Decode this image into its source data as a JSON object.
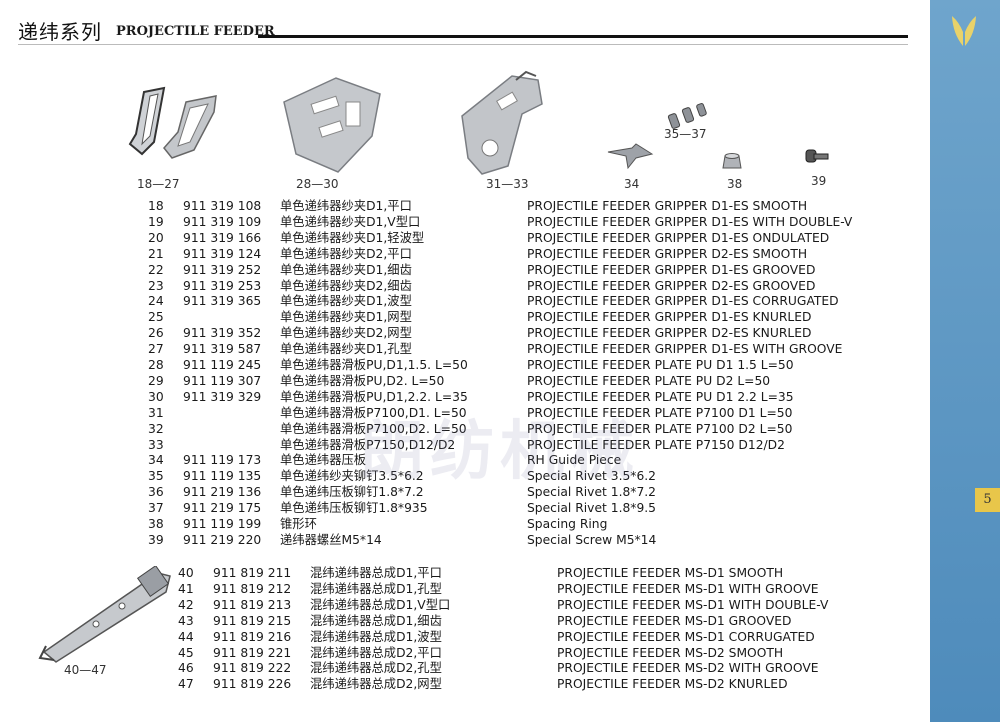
{
  "header": {
    "title_cn": "递纬系列",
    "title_en": "PROJECTILE FEEDER"
  },
  "page_number": "5",
  "watermark": "朗纺机械",
  "images": [
    {
      "label": "18—27",
      "icon": "gripper-icon"
    },
    {
      "label": "28—30",
      "icon": "slide-plate-icon"
    },
    {
      "label": "31—33",
      "icon": "slide-plate-icon"
    },
    {
      "label": "34",
      "icon": "pressure-piece-icon"
    },
    {
      "label": "35—37",
      "icon": "rivet-icon"
    },
    {
      "label": "38",
      "icon": "spacing-ring-icon"
    },
    {
      "label": "39",
      "icon": "screw-icon"
    },
    {
      "label": "40—47",
      "icon": "feeder-assembly-icon"
    }
  ],
  "parts": [
    {
      "num": "18",
      "code": "911 319 108",
      "cn": "单色递纬器纱夹D1,平口",
      "en": "PROJECTILE FEEDER GRIPPER D1-ES SMOOTH"
    },
    {
      "num": "19",
      "code": "911 319 109",
      "cn": "单色递纬器纱夹D1,V型口",
      "en": "PROJECTILE FEEDER GRIPPER D1-ES WITH DOUBLE-V"
    },
    {
      "num": "20",
      "code": "911 319 166",
      "cn": "单色递纬器纱夹D1,轻波型",
      "en": "PROJECTILE FEEDER GRIPPER D1-ES ONDULATED"
    },
    {
      "num": "21",
      "code": "911 319 124",
      "cn": "单色递纬器纱夹D2,平口",
      "en": "PROJECTILE FEEDER GRIPPER D2-ES SMOOTH"
    },
    {
      "num": "22",
      "code": "911 319 252",
      "cn": "单色递纬器纱夹D1,细齿",
      "en": "PROJECTILE FEEDER GRIPPER D1-ES GROOVED"
    },
    {
      "num": "23",
      "code": "911 319 253",
      "cn": "单色递纬器纱夹D2,细齿",
      "en": "PROJECTILE FEEDER GRIPPER D2-ES GROOVED"
    },
    {
      "num": "24",
      "code": "911 319 365",
      "cn": "单色递纬器纱夹D1,波型",
      "en": "PROJECTILE FEEDER GRIPPER D1-ES CORRUGATED"
    },
    {
      "num": "25",
      "code": "",
      "cn": "单色递纬器纱夹D1,网型",
      "en": "PROJECTILE FEEDER GRIPPER D1-ES KNURLED"
    },
    {
      "num": "26",
      "code": "911 319 352",
      "cn": "单色递纬器纱夹D2,网型",
      "en": "PROJECTILE FEEDER GRIPPER D2-ES KNURLED"
    },
    {
      "num": "27",
      "code": "911 319 587",
      "cn": "单色递纬器纱夹D1,孔型",
      "en": "PROJECTILE FEEDER GRIPPER D1-ES WITH GROOVE"
    },
    {
      "num": "28",
      "code": "911 119 245",
      "cn": "单色递纬器滑板PU,D1,1.5. L=50",
      "en": "PROJECTILE FEEDER PLATE PU D1 1.5 L=50"
    },
    {
      "num": "29",
      "code": "911 119 307",
      "cn": "单色递纬器滑板PU,D2. L=50",
      "en": "PROJECTILE FEEDER PLATE PU D2 L=50"
    },
    {
      "num": "30",
      "code": "911 319 329",
      "cn": "单色递纬器滑板PU,D1,2.2. L=35",
      "en": "PROJECTILE FEEDER PLATE PU D1 2.2 L=35"
    },
    {
      "num": "31",
      "code": "",
      "cn": "单色递纬器滑板P7100,D1. L=50",
      "en": "PROJECTILE FEEDER PLATE P7100 D1 L=50"
    },
    {
      "num": "32",
      "code": "",
      "cn": "单色递纬器滑板P7100,D2. L=50",
      "en": "PROJECTILE FEEDER PLATE P7100 D2 L=50"
    },
    {
      "num": "33",
      "code": "",
      "cn": "单色递纬器滑板P7150,D12/D2",
      "en": "PROJECTILE FEEDER PLATE P7150 D12/D2"
    },
    {
      "num": "34",
      "code": "911 119 173",
      "cn": "单色递纬器压板",
      "en": "RH Guide Piece"
    },
    {
      "num": "35",
      "code": "911 119 135",
      "cn": "单色递纬纱夹铆钉3.5*6.2",
      "en": "Special Rivet 3.5*6.2"
    },
    {
      "num": "36",
      "code": "911 219 136",
      "cn": "单色递纬压板铆钉1.8*7.2",
      "en": "Special Rivet 1.8*7.2"
    },
    {
      "num": "37",
      "code": "911 219 175",
      "cn": "单色递纬压板铆钉1.8*935",
      "en": "Special Rivet 1.8*9.5"
    },
    {
      "num": "38",
      "code": "911 119 199",
      "cn": "锥形环",
      "en": "Spacing Ring"
    },
    {
      "num": "39",
      "code": "911 219 220",
      "cn": "递纬器螺丝M5*14",
      "en": "Special Screw M5*14"
    }
  ],
  "assemblies": [
    {
      "num": "40",
      "code": "911 819 211",
      "cn": "混纬递纬器总成D1,平口",
      "en": "PROJECTILE FEEDER MS-D1 SMOOTH"
    },
    {
      "num": "41",
      "code": "911 819 212",
      "cn": "混纬递纬器总成D1,孔型",
      "en": "PROJECTILE FEEDER MS-D1 WITH GROOVE"
    },
    {
      "num": "42",
      "code": "911 819 213",
      "cn": "混纬递纬器总成D1,V型口",
      "en": "PROJECTILE FEEDER MS-D1 WITH DOUBLE-V"
    },
    {
      "num": "43",
      "code": "911 819 215",
      "cn": "混纬递纬器总成D1,细齿",
      "en": "PROJECTILE FEEDER MS-D1 GROOVED"
    },
    {
      "num": "44",
      "code": "911 819 216",
      "cn": "混纬递纬器总成D1,波型",
      "en": "PROJECTILE FEEDER MS-D1 CORRUGATED"
    },
    {
      "num": "45",
      "code": "911 819 221",
      "cn": "混纬递纬器总成D2,平口",
      "en": "PROJECTILE FEEDER MS-D2 SMOOTH"
    },
    {
      "num": "46",
      "code": "911 819 222",
      "cn": "混纬递纬器总成D2,孔型",
      "en": "PROJECTILE FEEDER MS-D2 WITH GROOVE"
    },
    {
      "num": "47",
      "code": "911 819 226",
      "cn": "混纬递纬器总成D2,网型",
      "en": "PROJECTILE FEEDER MS-D2 KNURLED"
    }
  ],
  "colors": {
    "sidebar": "#5a94c2",
    "tab": "#e8c64a",
    "metal": "#b9bcc0"
  }
}
